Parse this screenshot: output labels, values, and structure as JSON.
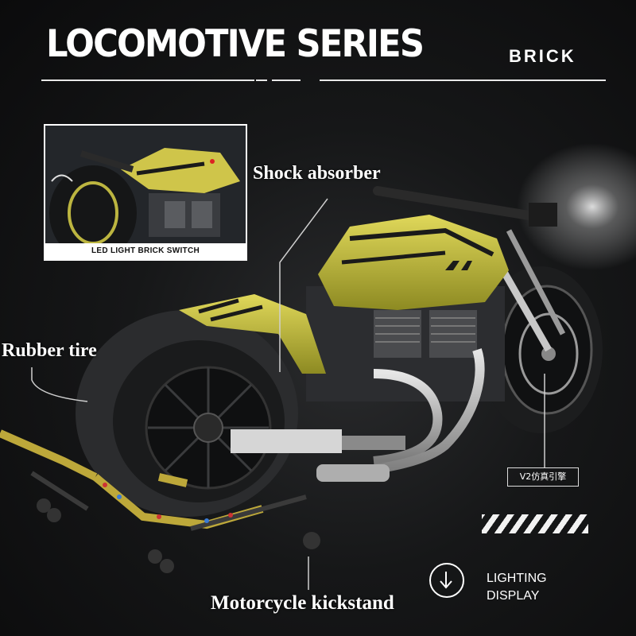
{
  "header": {
    "title": "LOCOMOTIVE SERIES",
    "brand": "BRICK"
  },
  "inset": {
    "caption": "LED LIGHT BRICK SWITCH"
  },
  "callouts": {
    "shock_absorber": "Shock absorber",
    "rubber_tire": "Rubber tire",
    "kickstand": "Motorcycle kickstand",
    "engine_tag": "V2仿真引擎"
  },
  "lighting": {
    "line1": "LIGHTING",
    "line2": "DISPLAY"
  },
  "colors": {
    "body_yellow": "#c9c23a",
    "accent_white": "#ffffff",
    "background": "#141516"
  },
  "icons": {
    "lighting_button": "arrow-down-circle-icon"
  }
}
